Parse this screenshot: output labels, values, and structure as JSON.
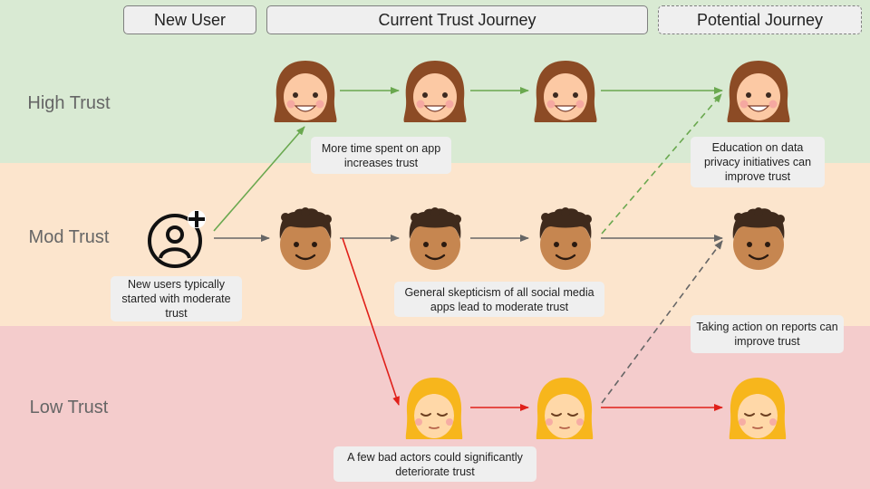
{
  "headers": {
    "new_user": "New User",
    "current": "Current Trust Journey",
    "potential": "Potential Journey"
  },
  "rows": {
    "high": "High Trust",
    "mod": "Mod Trust",
    "low": "Low Trust"
  },
  "notes": {
    "time_spent": "More time spent on app increases trust",
    "education": "Education on data privacy initiatives can improve trust",
    "new_users": "New users typically started with moderate trust",
    "skepticism": "General skepticism of all social media apps lead to moderate trust",
    "reports": "Taking action on reports can improve trust",
    "bad_actors": "A few bad actors could significantly deteriorate trust"
  },
  "icons": {
    "new_user": "add-user-icon",
    "high": "woman-smiling-face-icon",
    "mod": "boy-smiling-face-icon",
    "low": "blonde-woman-face-icon"
  },
  "colors": {
    "high_band": "#d9ead3",
    "mod_band": "#fce5cd",
    "low_band": "#f4cccc",
    "green_arrow": "#6aa84f",
    "gray_arrow": "#666666",
    "red_arrow": "#e0201a"
  }
}
